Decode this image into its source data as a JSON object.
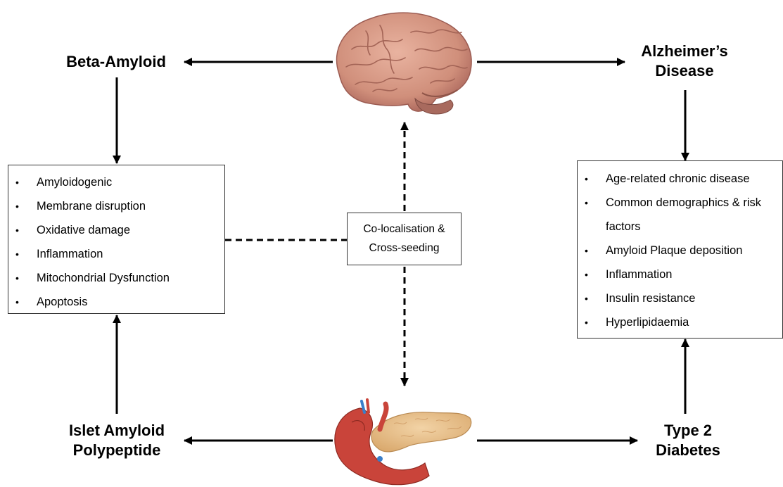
{
  "nodes": {
    "beta_amyloid": "Beta-Amyloid",
    "alzheimers": [
      "Alzheimer’s",
      "Disease"
    ],
    "islet_amyloid": [
      "Islet Amyloid",
      "Polypeptide"
    ],
    "type2_diabetes": [
      "Type 2",
      "Diabetes"
    ]
  },
  "center": {
    "lines": [
      "Co-localisation &",
      "Cross-seeding"
    ]
  },
  "amyloid_effects": [
    "Amyloidogenic",
    "Membrane disruption",
    "Oxidative damage",
    "Inflammation",
    "Mitochondrial Dysfunction",
    "Apoptosis"
  ],
  "shared_features": [
    "Age-related chronic disease",
    "Common demographics & risk factors",
    "Amyloid Plaque deposition",
    "Inflammation",
    "Insulin resistance",
    "Hyperlipidaemia"
  ],
  "images": {
    "brain": "brain-illustration",
    "pancreas": "pancreas-illustration"
  },
  "colors": {
    "brain": "#d79a86",
    "brain_shadow": "#a8645a",
    "pancreas": "#e8c08a",
    "duodenum": "#c9443a",
    "arrow": "#000000"
  }
}
